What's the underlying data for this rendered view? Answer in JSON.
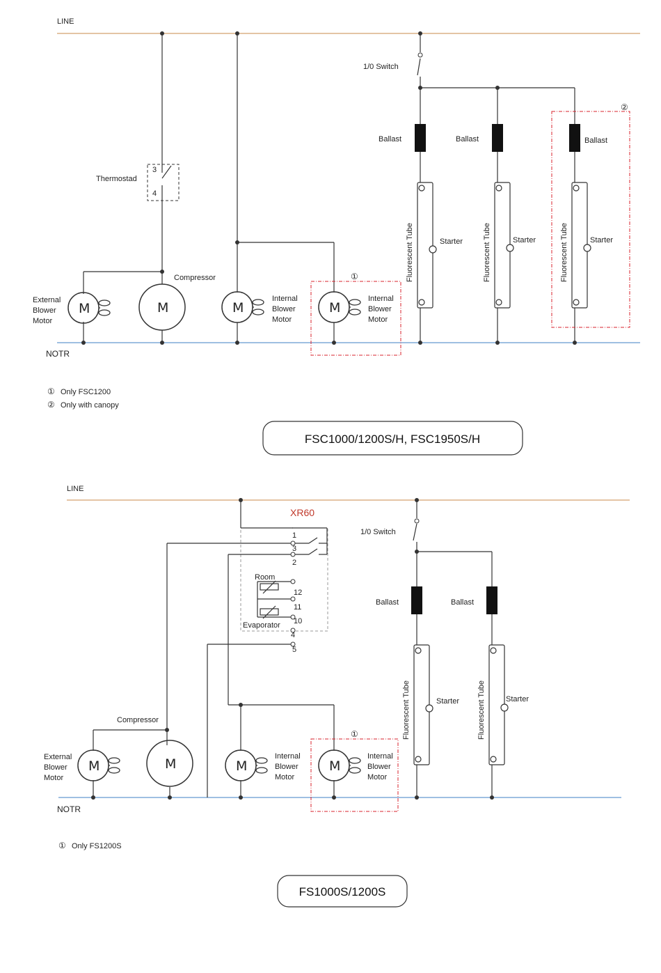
{
  "colors": {
    "line_bus": "#c8894a",
    "neutral_bus": "#3d7fc4",
    "wire": "#333333",
    "option_box": "#d9232d",
    "thermostat_box": "#333333"
  },
  "diagram1": {
    "line_label": "LINE",
    "neutral_label": "NOTR",
    "switch_label": "1/0 Switch",
    "thermostat_label": "Thermostad",
    "thermostat_terminal_top": "3",
    "thermostat_terminal_bottom": "4",
    "compressor_label": "Compressor",
    "motor_letter": "M",
    "external_motor_label": [
      "External",
      "Blower",
      "Motor"
    ],
    "internal_motor_label": [
      "Internal",
      "Blower",
      "Motor"
    ],
    "internal_motor_opt_label": [
      "Internal",
      "Blower",
      "Motor"
    ],
    "option1_marker": "①",
    "option2_marker": "②",
    "ballast_label": "Ballast",
    "tube_label": "Fluorescent Tube",
    "starter_label": "Starter",
    "notes": [
      "Only FSC1200",
      "Only with canopy"
    ],
    "note_markers": [
      "①",
      "②"
    ],
    "title": "FSC1000/1200S/H, FSC1950S/H"
  },
  "diagram2": {
    "line_label": "LINE",
    "neutral_label": "NOTR",
    "switch_label": "1/0 Switch",
    "controller_label": "XR60",
    "terminals": [
      "1",
      "3",
      "2",
      "12",
      "11",
      "10",
      "4",
      "5"
    ],
    "room_label": "Room",
    "evaporator_label": "Evaporator",
    "compressor_label": "Compressor",
    "motor_letter": "M",
    "external_motor_label": [
      "External",
      "Blower",
      "Motor"
    ],
    "internal_motor_label": [
      "Internal",
      "Blower",
      "Motor"
    ],
    "internal_motor_opt_label": [
      "Internal",
      "Blower",
      "Motor"
    ],
    "option1_marker": "①",
    "ballast_label": "Ballast",
    "tube_label": "Fluorescent Tube",
    "starter_label": "Starter",
    "notes": [
      "Only FS1200S"
    ],
    "note_markers": [
      "①"
    ],
    "title": "FS1000S/1200S"
  }
}
